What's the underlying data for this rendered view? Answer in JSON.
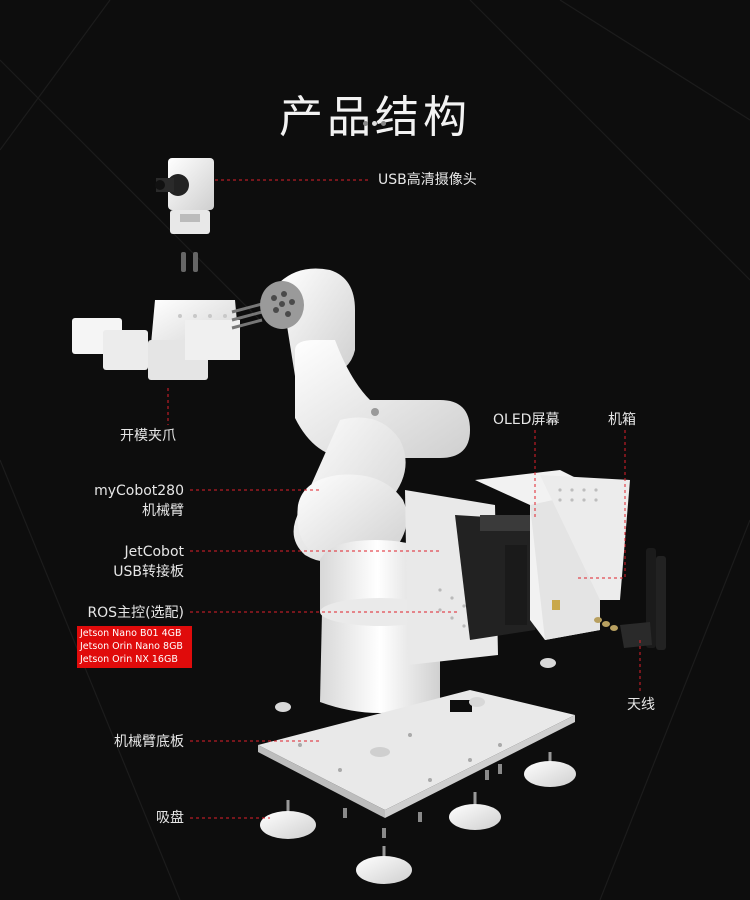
{
  "title": "产品结构",
  "labels": {
    "camera": "USB高清摄像头",
    "gripper": "开模夹爪",
    "arm_line1": "myCobot280",
    "arm_line2": "机械臂",
    "board_line1": "JetCobot",
    "board_line2": "USB转接板",
    "ros": "ROS主控(选配)",
    "oled": "OLED屏幕",
    "case": "机箱",
    "antenna": "天线",
    "baseplate": "机械臂底板",
    "suction": "吸盘"
  },
  "ros_options": [
    "Jetson Nano B01 4GB",
    "Jetson Orin Nano 8GB",
    "Jetson Orin NX 16GB"
  ],
  "colors": {
    "background": "#0d0d0d",
    "leader_line": "#e0202a",
    "highlight_box": "#e00b0b",
    "robot_white": "#f3f3f3"
  }
}
